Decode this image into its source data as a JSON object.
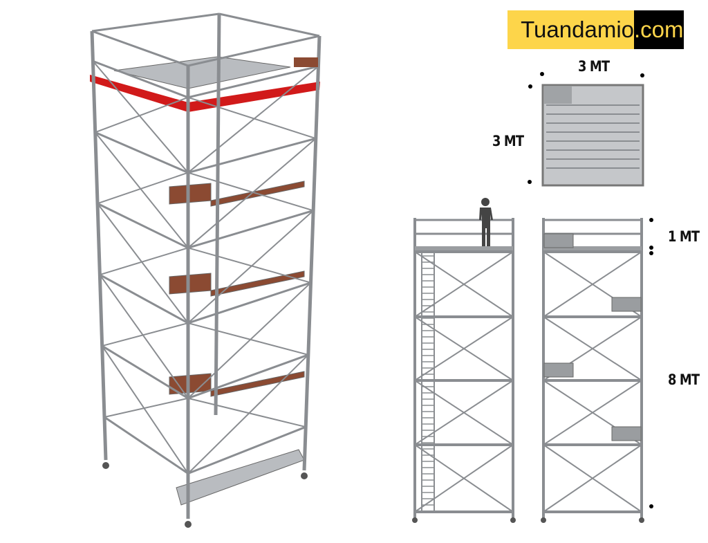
{
  "logo": {
    "name": "Tuandamio",
    "suffix": ".com",
    "bg_color": "#fdd54a",
    "suffix_bg": "#000000"
  },
  "dimensions": {
    "top_width": "3 MT",
    "top_depth": "3 MT",
    "railing_height": "1 MT",
    "tower_height": "8 MT"
  },
  "colors": {
    "frame": "#8a8d91",
    "highlight": "#d11a1a",
    "platform": "#8b4a32",
    "deck": "#b9bcc0"
  }
}
